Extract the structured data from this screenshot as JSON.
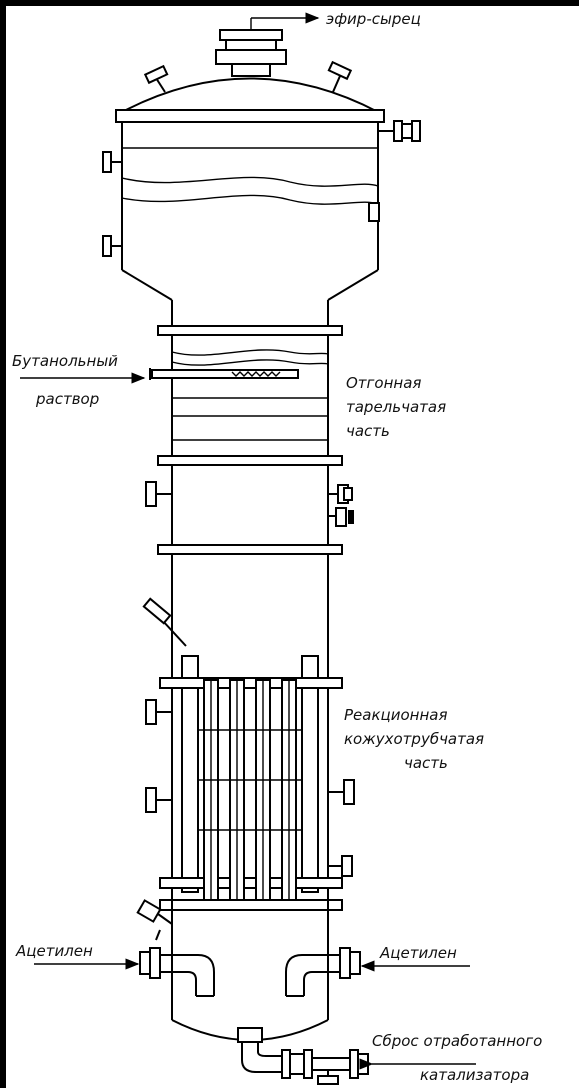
{
  "labels": {
    "ether_raw": "эфир-сырец",
    "butanol_line1": "Бутанольный",
    "butanol_line2": "раствор",
    "stripping_line1": "Отгонная",
    "stripping_line2": "тарельчатая",
    "stripping_line3": "часть",
    "reaction_line1": "Реакционная",
    "reaction_line2": "кожухотрубчатая",
    "reaction_line3": "часть",
    "acetylene_left": "Ацетилен",
    "acetylene_right": "Ацетилен",
    "discharge_line1": "Сброс отработанного",
    "discharge_line2": "катализатора"
  },
  "colors": {
    "ink": "#000000",
    "paper": "#ffffff",
    "frame": "#000000"
  }
}
